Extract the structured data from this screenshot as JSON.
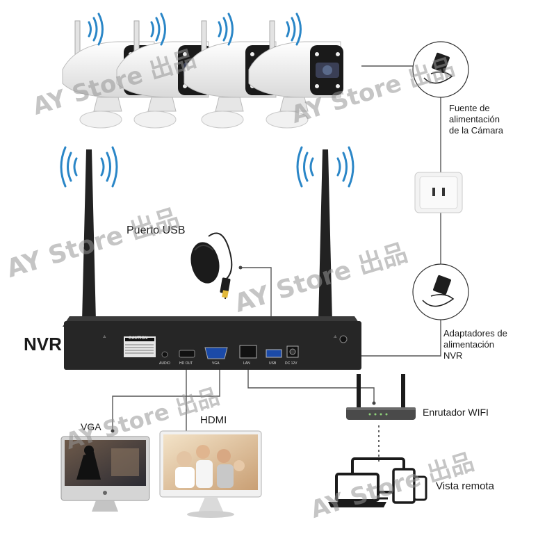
{
  "labels": {
    "nvr": "NVR",
    "usb_port": "Puerto USB",
    "camera_power": [
      "Fuente de",
      "alimentación",
      "de la Cámara"
    ],
    "nvr_power": [
      "Adaptadores de",
      "alimentación",
      "NVR"
    ],
    "router": "Enrutador WIFI",
    "vga": "VGA",
    "hdmi": "HDMI",
    "remote_view": "Vista remota"
  },
  "watermark": "AY Store 出品",
  "nvr_panel": {
    "caution": "CAUTION",
    "ports": [
      "AUDIO",
      "HD OUT",
      "VGA",
      "LAN",
      "USB",
      "DC 12V"
    ]
  },
  "colors": {
    "line": "#555555",
    "nvr_body": "#2a2a2a",
    "wifi_wave": "#2a86c7",
    "watermark": "#969696"
  },
  "icons": [
    "wifi-wave-icon",
    "camera-icon",
    "antenna-icon",
    "mouse-icon",
    "power-adapter-icon",
    "wall-outlet-icon",
    "router-icon",
    "monitor-icon",
    "laptop-icon",
    "tablet-icon",
    "phone-icon"
  ]
}
